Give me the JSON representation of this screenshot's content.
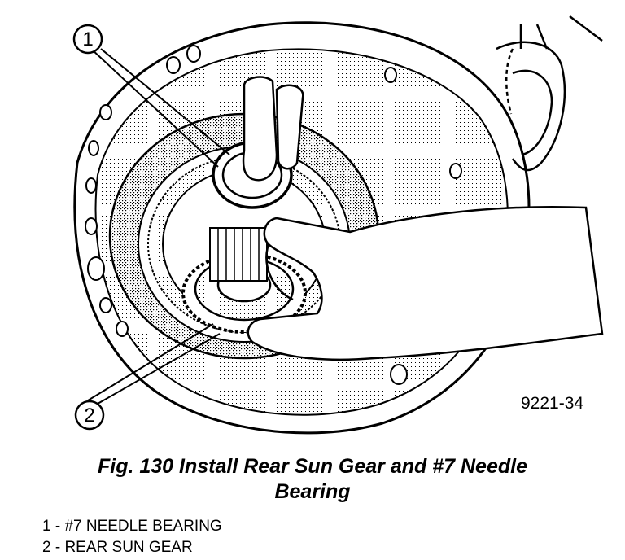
{
  "figure": {
    "code": "9221-34",
    "callouts": [
      {
        "number": "1"
      },
      {
        "number": "2"
      }
    ]
  },
  "caption": {
    "line1": "Fig. 130 Install Rear Sun Gear and #7 Needle",
    "line2": "Bearing"
  },
  "legend": {
    "items": [
      {
        "text": "1 - #7 NEEDLE BEARING"
      },
      {
        "text": "2 - REAR SUN GEAR"
      }
    ]
  }
}
